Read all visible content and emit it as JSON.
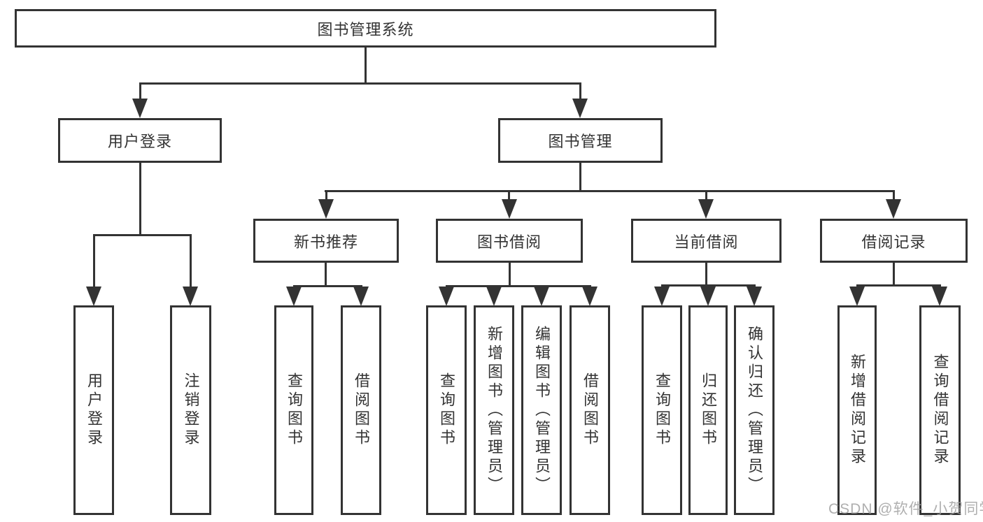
{
  "diagram": {
    "root_label": "图书管理系统",
    "level2": [
      {
        "label": "用户登录",
        "children": [
          "用户登录",
          "注销登录"
        ]
      },
      {
        "label": "图书管理",
        "groups": [
          {
            "label": "新书推荐",
            "children": [
              "查询图书",
              "借阅图书"
            ]
          },
          {
            "label": "图书借阅",
            "children": [
              "查询图书",
              "新增图书（管理员）",
              "编辑图书（管理员）",
              "借阅图书"
            ]
          },
          {
            "label": "当前借阅",
            "children": [
              "查询图书",
              "归还图书",
              "确认归还（管理员）"
            ]
          },
          {
            "label": "借阅记录",
            "children": [
              "新增借阅记录",
              "查询借阅记录"
            ]
          }
        ]
      }
    ]
  },
  "watermark": {
    "text": "CSDN @软件_小贺同学"
  },
  "colors": {
    "line": "#333333",
    "box_border": "#333333",
    "text": "#333333",
    "background": "#ffffff",
    "watermark": "#9e9e9e"
  }
}
